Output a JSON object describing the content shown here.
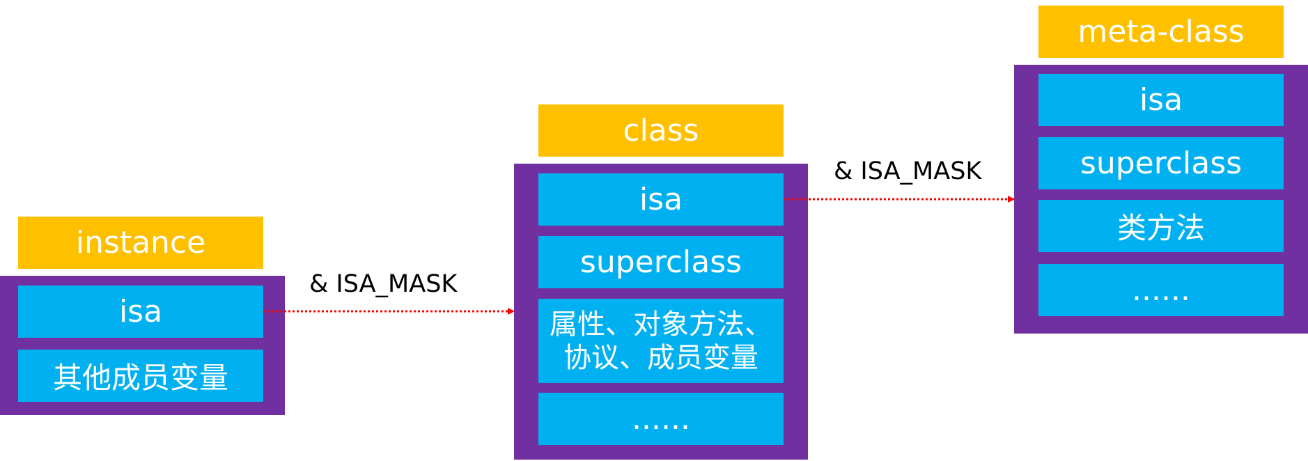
{
  "instance": {
    "title": "instance",
    "cells": [
      "isa",
      "其他成员变量"
    ]
  },
  "class": {
    "title": "class",
    "cells": [
      "isa",
      "superclass",
      "属性、对象方法、\n协议、成员变量",
      "......"
    ]
  },
  "meta_class": {
    "title": "meta-class",
    "cells": [
      "isa",
      "superclass",
      "类方法",
      "......"
    ]
  },
  "arrows": [
    {
      "label": "& ISA_MASK",
      "from": "instance.isa",
      "to": "class"
    },
    {
      "label": "& ISA_MASK",
      "from": "class.isa",
      "to": "meta-class"
    }
  ],
  "colors": {
    "title_bg": "#FFC000",
    "container_bg": "#7030A0",
    "cell_bg": "#00B0F0",
    "text": "#FFFFFF",
    "arrow": "#FF0000"
  }
}
